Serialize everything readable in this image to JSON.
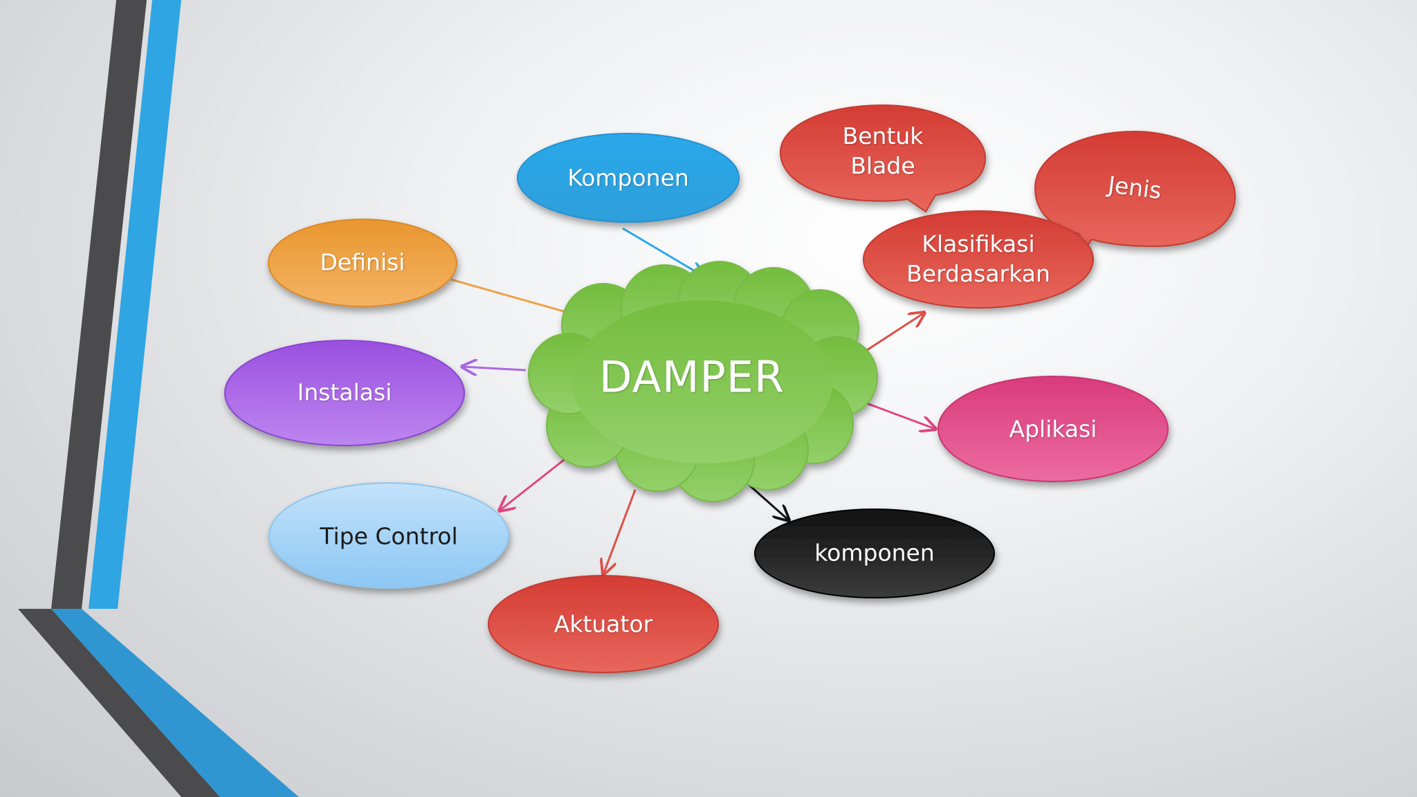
{
  "diagram": {
    "center": {
      "label": "DAMPER",
      "color": "#7dc24d"
    },
    "nodes": [
      {
        "id": "komponen-top",
        "label": "Komponen",
        "color": "#2ea9e6"
      },
      {
        "id": "definisi",
        "label": "Definisi",
        "color": "#eea24a"
      },
      {
        "id": "instalasi",
        "label": "Instalasi",
        "color": "#a968e0"
      },
      {
        "id": "tipe-control",
        "label": "Tipe Control",
        "color": "#a3d3f6"
      },
      {
        "id": "aktuator",
        "label": "Aktuator",
        "color": "#dd5048"
      },
      {
        "id": "komponen-bottom",
        "label": "komponen",
        "color": "#2a2a2a"
      },
      {
        "id": "aplikasi",
        "label": "Aplikasi",
        "color": "#e2508d"
      },
      {
        "id": "klasifikasi",
        "label": "Klasifikasi\nBerdasarkan",
        "color": "#dd5048"
      },
      {
        "id": "bentuk-blade",
        "label": "Bentuk\nBlade",
        "color": "#dd5048"
      },
      {
        "id": "jenis",
        "label": "Jenis",
        "color": "#dd5048"
      }
    ]
  },
  "theme": {
    "accent_blue": "#2ea9e6",
    "accent_gray": "#4a4a4a"
  }
}
